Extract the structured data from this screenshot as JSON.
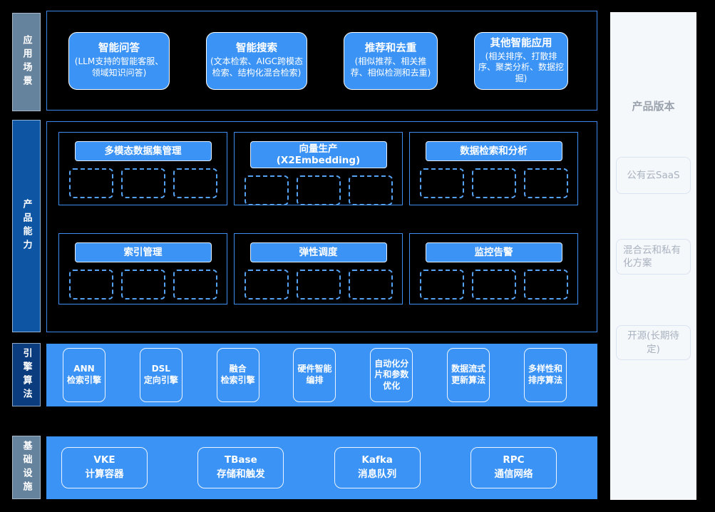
{
  "colors": {
    "bright_blue": "#3B93F5",
    "section_border": "#3A87E8",
    "dashed_border": "#55A2F2",
    "label_slate": "#66839E",
    "label_blue": "#0E56A3",
    "label_navy": "#0B3C7D",
    "panel_bg": "#F5F8FB",
    "panel_text": "#A9B2BF"
  },
  "left_labels": {
    "scenarios": "应用场景",
    "capabilities": "产品能力",
    "engine": "引擎算法",
    "infrastructure": "基础设施"
  },
  "scenarios": {
    "cards": [
      {
        "title": "智能问答",
        "subtitle": "(LLM支持的智能客服、领域知识问答)"
      },
      {
        "title": "智能搜索",
        "subtitle": "(文本检索、AIGC跨模态检索、结构化混合检索)"
      },
      {
        "title": "推荐和去重",
        "subtitle": "(相似推荐、相关推荐、相似检测和去重)"
      },
      {
        "title": "其他智能应用",
        "subtitle": "(相关排序、打散排序、聚类分析、数据挖掘)"
      }
    ]
  },
  "capabilities": {
    "row1": [
      {
        "title": "多模态数据集管理"
      },
      {
        "title": "向量生产\n(X2Embedding)"
      },
      {
        "title": "数据检索和分析"
      }
    ],
    "row2": [
      {
        "title": "索引管理"
      },
      {
        "title": "弹性调度"
      },
      {
        "title": "监控告警"
      }
    ]
  },
  "engine": {
    "boxes": [
      "ANN\n检索引擎",
      "DSL\n定向引擎",
      "融合\n检索引擎",
      "硬件智能\n编排",
      "自动化分\n片和参数\n优化",
      "数据流式\n更新算法",
      "多样性和\n排序算法"
    ]
  },
  "infrastructure": {
    "boxes": [
      "VKE\n计算容器",
      "TBase\n存储和触发",
      "Kafka\n消息队列",
      "RPC\n通信网络"
    ]
  },
  "product_versions": {
    "title": "产品版本",
    "items": [
      "公有云SaaS",
      "混合云和私有化方案",
      "开源(长期待定)"
    ]
  }
}
